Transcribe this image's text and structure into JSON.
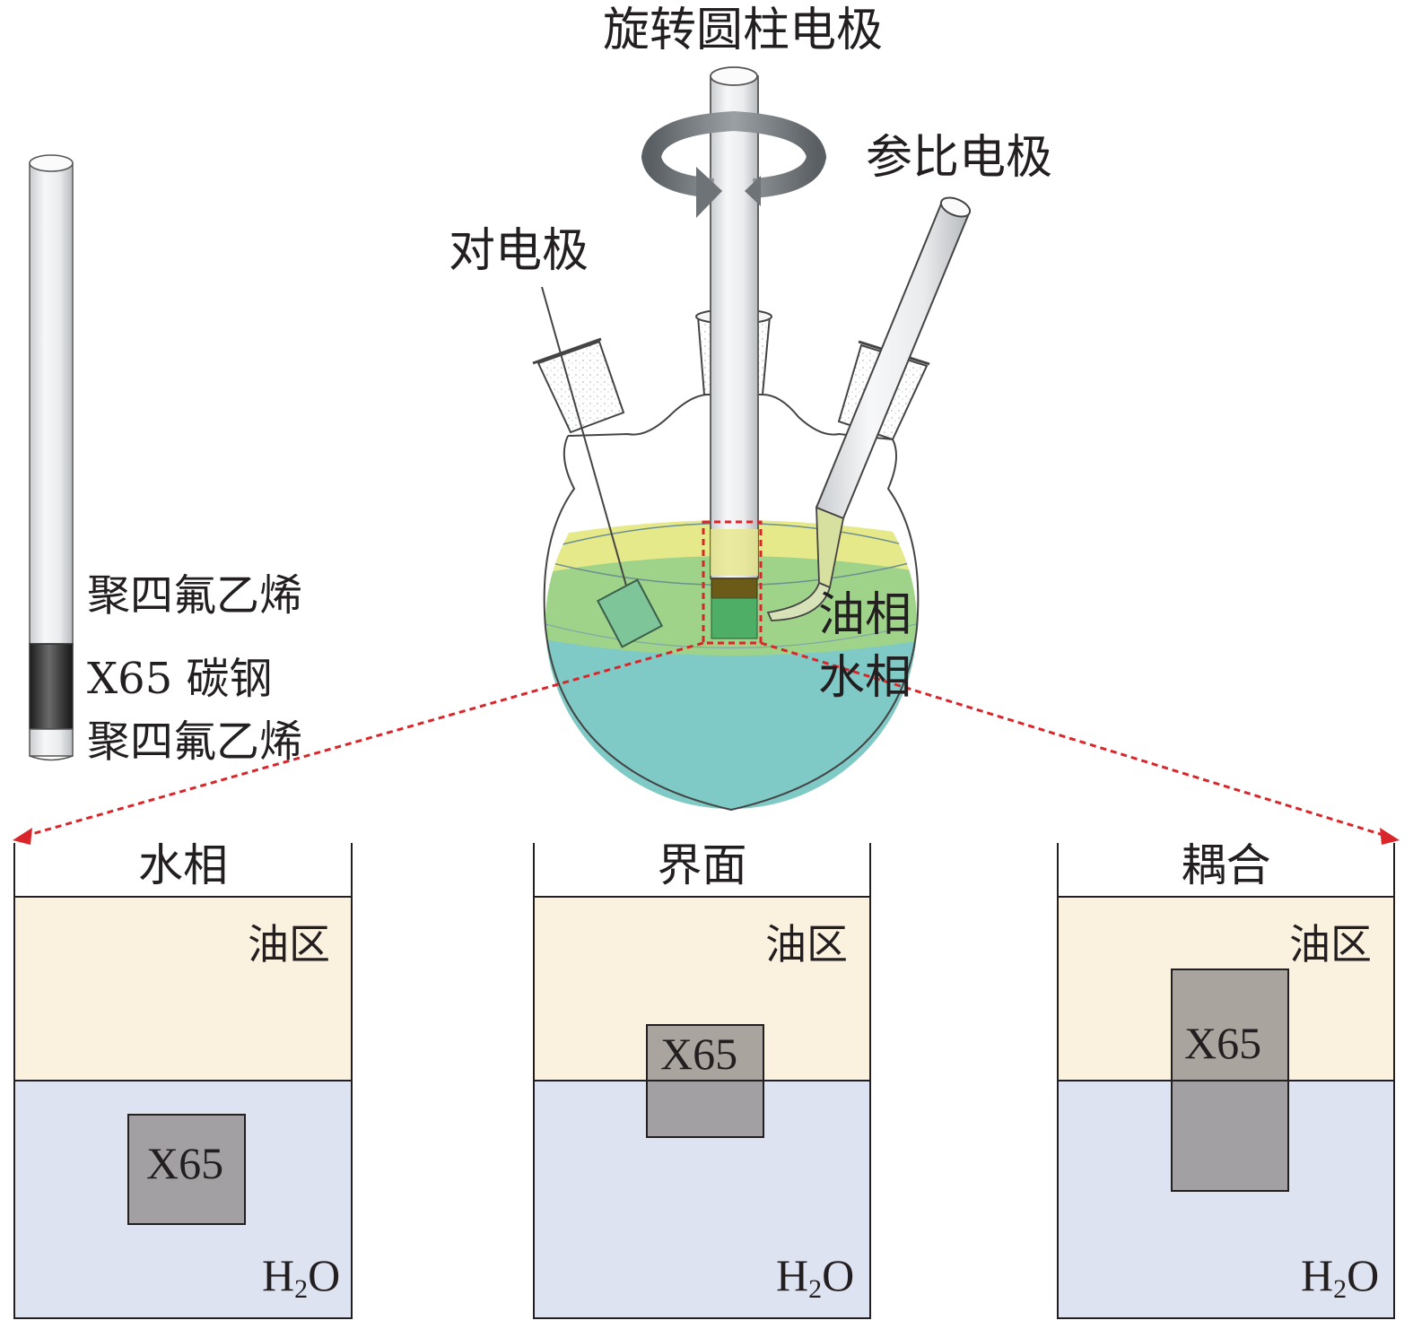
{
  "apparatus": {
    "rotating_electrode_label": "旋转圆柱电极",
    "reference_electrode_label": "参比电极",
    "counter_electrode_label": "对电极",
    "oil_phase_label": "油相",
    "water_phase_label": "水相"
  },
  "specimen": {
    "top_label": "聚四氟乙烯",
    "middle_label": "X65 碳钢",
    "bottom_label": "聚四氟乙烯"
  },
  "panels": [
    {
      "title": "水相",
      "oil_label": "油区",
      "specimen_label": "X65",
      "water_label_main": "H",
      "water_label_sub": "2",
      "water_label_tail": "O"
    },
    {
      "title": "界面",
      "oil_label": "油区",
      "specimen_label": "X65",
      "water_label_main": "H",
      "water_label_sub": "2",
      "water_label_tail": "O"
    },
    {
      "title": "耦合",
      "oil_label": "油区",
      "specimen_label": "X65",
      "water_label_main": "H",
      "water_label_sub": "2",
      "water_label_tail": "O"
    }
  ],
  "colors": {
    "oil": "#fbf1df",
    "water": "#dde3f1",
    "specimen": "#8e8a87",
    "flask_oil": "#e6e98a",
    "flask_middle": "#9fd38a",
    "flask_water": "#7fcac6",
    "dashed_red": "#d9262a"
  }
}
